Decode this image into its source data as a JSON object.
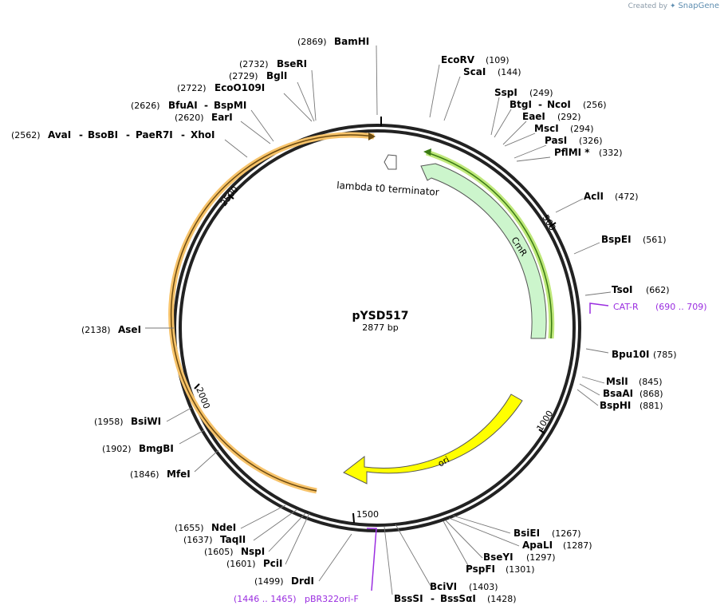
{
  "credit": {
    "prefix": "Created by",
    "brand": "SnapGene"
  },
  "plasmid": {
    "name": "pYSD517",
    "length_label": "2877 bp",
    "length": 2877
  },
  "ruler_ticks": [
    {
      "pos": 500,
      "label": "500"
    },
    {
      "pos": 1000,
      "label": "1000"
    },
    {
      "pos": 1500,
      "label": "1500"
    },
    {
      "pos": 2000,
      "label": "2000"
    },
    {
      "pos": 2500,
      "label": "2500"
    }
  ],
  "features": [
    {
      "name": "CmR",
      "color": "#ccf5cc",
      "stroke": "#555555"
    },
    {
      "name": "ori",
      "color": "#ffff00",
      "stroke": "#555555"
    },
    {
      "name": "lambda t0 terminator",
      "color": "#ffffff",
      "stroke": "#555555"
    }
  ],
  "inner_arcs": [
    {
      "name": "green-arc",
      "color": "#9ccc3c"
    },
    {
      "name": "orange-arc",
      "color": "#f5b042"
    }
  ],
  "sites": [
    {
      "name": "BamHI",
      "pos": "(2869)"
    },
    {
      "name": "BseRI",
      "pos": "(2732)"
    },
    {
      "name": "BglI",
      "pos": "(2729)"
    },
    {
      "name": "EcoO109I",
      "pos": "(2722)"
    },
    {
      "name": "BfuAI",
      "name2": "BspMI",
      "pos": "(2626)"
    },
    {
      "name": "EarI",
      "pos": "(2620)"
    },
    {
      "name": "AvaI",
      "name2": "BsoBI",
      "name3": "PaeR7I",
      "name4": "XhoI",
      "pos": "(2562)"
    },
    {
      "name": "EcoRV",
      "pos": "(109)"
    },
    {
      "name": "ScaI",
      "pos": "(144)"
    },
    {
      "name": "SspI",
      "pos": "(249)"
    },
    {
      "name": "BtgI",
      "name2": "NcoI",
      "pos": "(256)"
    },
    {
      "name": "EaeI",
      "pos": "(292)"
    },
    {
      "name": "MscI",
      "pos": "(294)"
    },
    {
      "name": "PasI",
      "pos": "(326)"
    },
    {
      "name": "PflMI *",
      "pos": "(332)"
    },
    {
      "name": "AclI",
      "pos": "(472)"
    },
    {
      "name": "BspEI",
      "pos": "(561)"
    },
    {
      "name": "TsoI",
      "pos": "(662)"
    },
    {
      "name": "Bpu10I",
      "pos": "(785)"
    },
    {
      "name": "MslI",
      "pos": "(845)"
    },
    {
      "name": "BsaAI",
      "pos": "(868)"
    },
    {
      "name": "BspHI",
      "pos": "(881)"
    },
    {
      "name": "AseI",
      "pos": "(2138)"
    },
    {
      "name": "BsiWI",
      "pos": "(1958)"
    },
    {
      "name": "BmgBI",
      "pos": "(1902)"
    },
    {
      "name": "MfeI",
      "pos": "(1846)"
    },
    {
      "name": "NdeI",
      "pos": "(1655)"
    },
    {
      "name": "TaqII",
      "pos": "(1637)"
    },
    {
      "name": "NspI",
      "pos": "(1605)"
    },
    {
      "name": "PciI",
      "pos": "(1601)"
    },
    {
      "name": "DrdI",
      "pos": "(1499)"
    },
    {
      "name": "BsiEI",
      "pos": "(1267)"
    },
    {
      "name": "ApaLI",
      "pos": "(1287)"
    },
    {
      "name": "BseYI",
      "pos": "(1297)"
    },
    {
      "name": "PspFI",
      "pos": "(1301)"
    },
    {
      "name": "BciVI",
      "pos": "(1403)"
    },
    {
      "name": "BssSI",
      "name2": "BssSαI",
      "pos": "(1428)"
    }
  ],
  "primers": [
    {
      "name": "CAT-R",
      "range": "(690 .. 709)"
    },
    {
      "name": "pBR322ori-F",
      "range": "(1446 .. 1465)"
    }
  ]
}
